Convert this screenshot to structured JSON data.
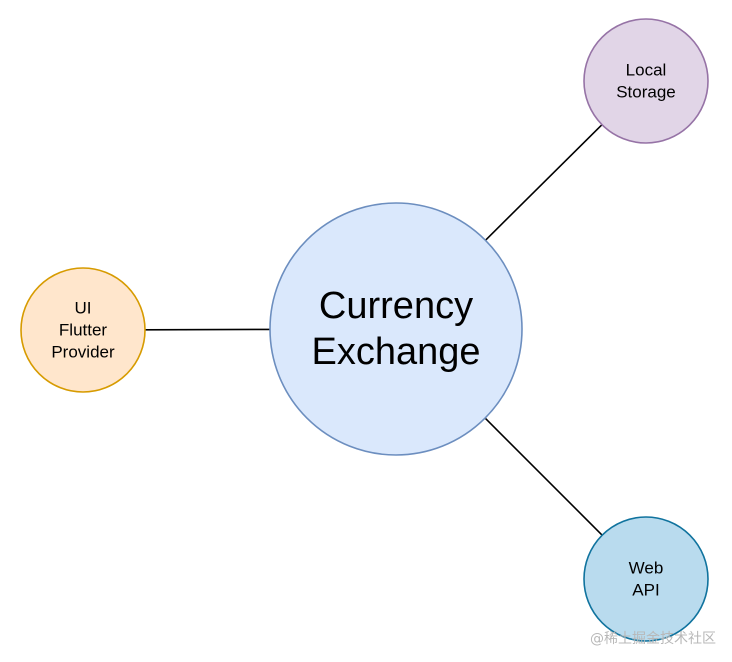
{
  "diagram": {
    "nodes": [
      {
        "id": "center",
        "lines": [
          "Currency",
          "Exchange"
        ],
        "fill": "#dae8fc",
        "stroke": "#6c8ebf"
      },
      {
        "id": "storage",
        "lines": [
          "Local",
          "Storage"
        ],
        "fill": "#e1d5e7",
        "stroke": "#9673a6"
      },
      {
        "id": "ui",
        "lines": [
          "UI",
          "Flutter",
          "Provider"
        ],
        "fill": "#ffe6cc",
        "stroke": "#d79b00"
      },
      {
        "id": "api",
        "lines": [
          "Web",
          "API"
        ],
        "fill": "#b9dbee",
        "stroke": "#10739e"
      }
    ],
    "edges": [
      {
        "from": "center",
        "to": "storage"
      },
      {
        "from": "center",
        "to": "ui"
      },
      {
        "from": "center",
        "to": "api"
      }
    ]
  },
  "watermark": "@稀土掘金技术社区"
}
